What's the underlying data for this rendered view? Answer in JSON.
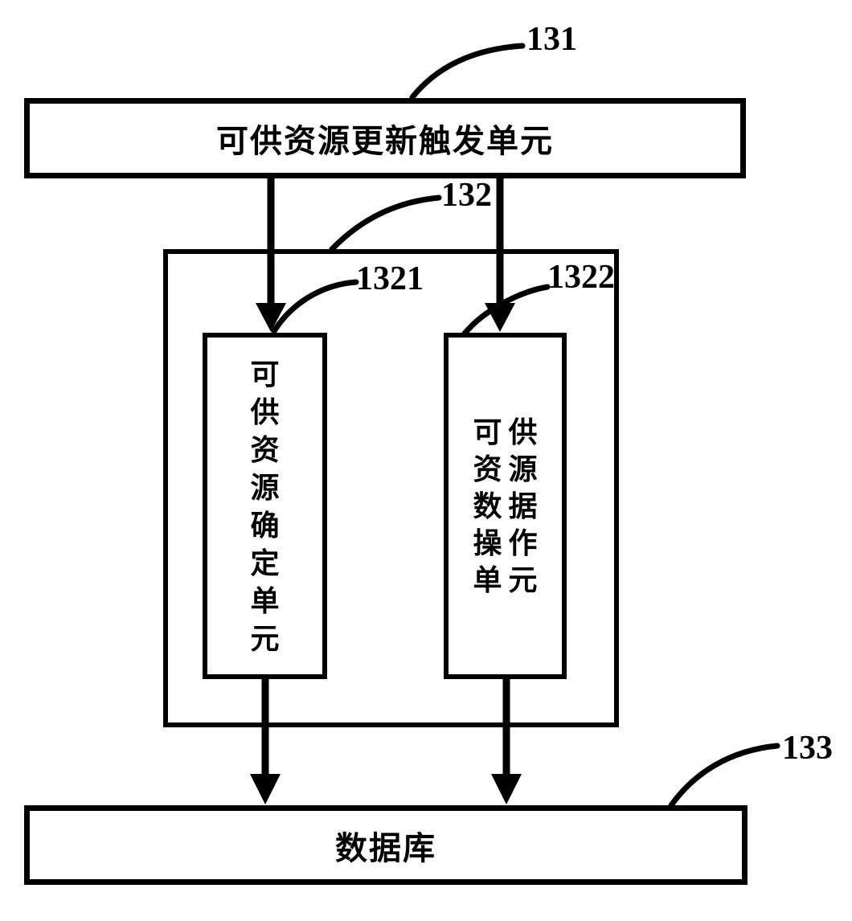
{
  "palette": {
    "ink": "#000000",
    "background": "#ffffff"
  },
  "figure": {
    "top_unit": {
      "ref": "131",
      "label": "可供资源更新触发单元"
    },
    "container_unit": {
      "ref": "132"
    },
    "determine_unit": {
      "ref": "1321",
      "label": "可供资源确定单元",
      "lines": [
        "可",
        "供",
        "资",
        "源",
        "确",
        "定",
        "单",
        "元"
      ]
    },
    "operation_unit": {
      "ref": "1322",
      "label": "可供资源数据操作单元",
      "lines": [
        "可供",
        "资源",
        "数据",
        "操作",
        "单元"
      ]
    },
    "database": {
      "ref": "133",
      "label": "数据库"
    }
  }
}
